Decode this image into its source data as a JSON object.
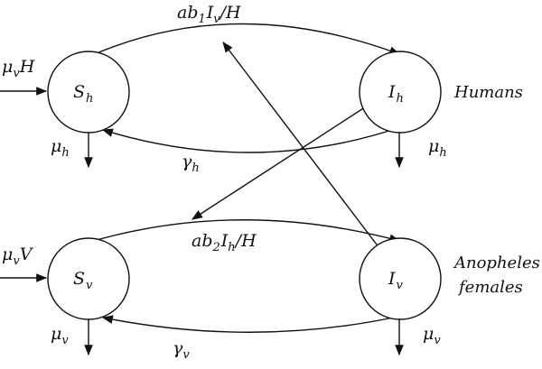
{
  "nodes": {
    "sh": {
      "main": "S",
      "sub": "h"
    },
    "ih": {
      "main": "I",
      "sub": "h"
    },
    "sv": {
      "main": "S",
      "sub": "v"
    },
    "iv": {
      "main": "I",
      "sub": "v"
    }
  },
  "labels": {
    "humans": "Humans",
    "anopheles_line1": "Anopheles",
    "anopheles_line2": "females",
    "inflow_h": {
      "mu": "μ",
      "sub": "v",
      "rest": "H"
    },
    "inflow_v": {
      "mu": "μ",
      "sub": "v",
      "rest": "V"
    },
    "infect_h": {
      "a": "ab",
      "sub1": "1",
      "mid": "I",
      "sub2": "v",
      "tail": "/H"
    },
    "infect_v": {
      "a": "ab",
      "sub1": "2",
      "mid": "I",
      "sub2": "h",
      "tail": "/H"
    },
    "recov_h": {
      "main": "γ",
      "sub": "h"
    },
    "recov_v": {
      "main": "γ",
      "sub": "v"
    },
    "death_sh": {
      "main": "μ",
      "sub": "h"
    },
    "death_ih": {
      "main": "μ",
      "sub": "h"
    },
    "death_sv": {
      "main": "μ",
      "sub": "v"
    },
    "death_iv": {
      "main": "μ",
      "sub": "v"
    }
  }
}
